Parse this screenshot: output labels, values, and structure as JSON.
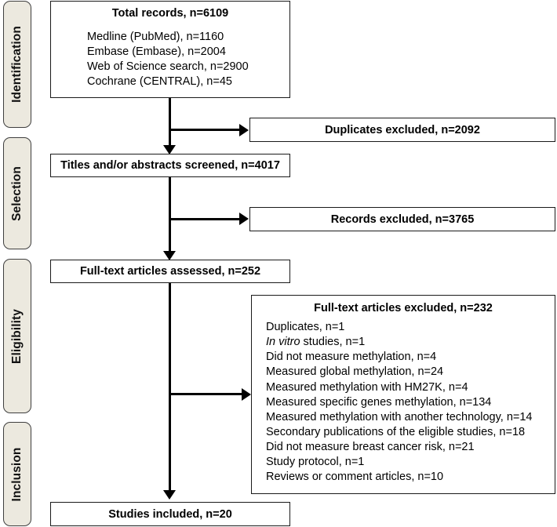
{
  "figure": {
    "type": "prisma-flow-diagram",
    "colors": {
      "stage_tab_fill": "#ece9df",
      "stage_tab_border": "#3f3f3f",
      "box_border": "#1a1a1a",
      "box_fill": "#ffffff",
      "connector": "#000000",
      "text": "#000000"
    }
  },
  "stages": [
    {
      "label": "Identification"
    },
    {
      "label": "Selection"
    },
    {
      "label": "Eligibility"
    },
    {
      "label": "Inclusion"
    }
  ],
  "boxes": {
    "total_records": {
      "title": "Total records, n=6109",
      "sources": [
        "Medline (PubMed), n=1160",
        "Embase (Embase), n=2004",
        "Web of Science search, n=2900",
        "Cochrane (CENTRAL), n=45"
      ]
    },
    "duplicates_excluded": {
      "title": "Duplicates excluded, n=2092"
    },
    "titles_screened": {
      "title": "Titles and/or abstracts screened, n=4017"
    },
    "records_excluded": {
      "title": "Records excluded, n=3765"
    },
    "fulltext_assessed": {
      "title": "Full-text articles assessed, n=252"
    },
    "fulltext_excluded": {
      "title": "Full-text articles excluded, n=232",
      "reasons": [
        {
          "text": "Duplicates, n=1",
          "italic_prefix": ""
        },
        {
          "text": " studies, n=1",
          "italic_prefix": "In vitro"
        },
        {
          "text": "Did not measure methylation, n=4",
          "italic_prefix": ""
        },
        {
          "text": "Measured global methylation, n=24",
          "italic_prefix": ""
        },
        {
          "text": "Measured methylation with HM27K, n=4",
          "italic_prefix": ""
        },
        {
          "text": "Measured specific genes methylation, n=134",
          "italic_prefix": ""
        },
        {
          "text": "Measured methylation with another technology, n=14",
          "italic_prefix": ""
        },
        {
          "text": "Secondary publications of the eligible studies, n=18",
          "italic_prefix": ""
        },
        {
          "text": "Did not measure breast cancer risk, n=21",
          "italic_prefix": ""
        },
        {
          "text": "Study protocol, n=1",
          "italic_prefix": ""
        },
        {
          "text": "Reviews or comment articles, n=10",
          "italic_prefix": ""
        }
      ]
    },
    "studies_included": {
      "title": "Studies included, n=20"
    }
  }
}
